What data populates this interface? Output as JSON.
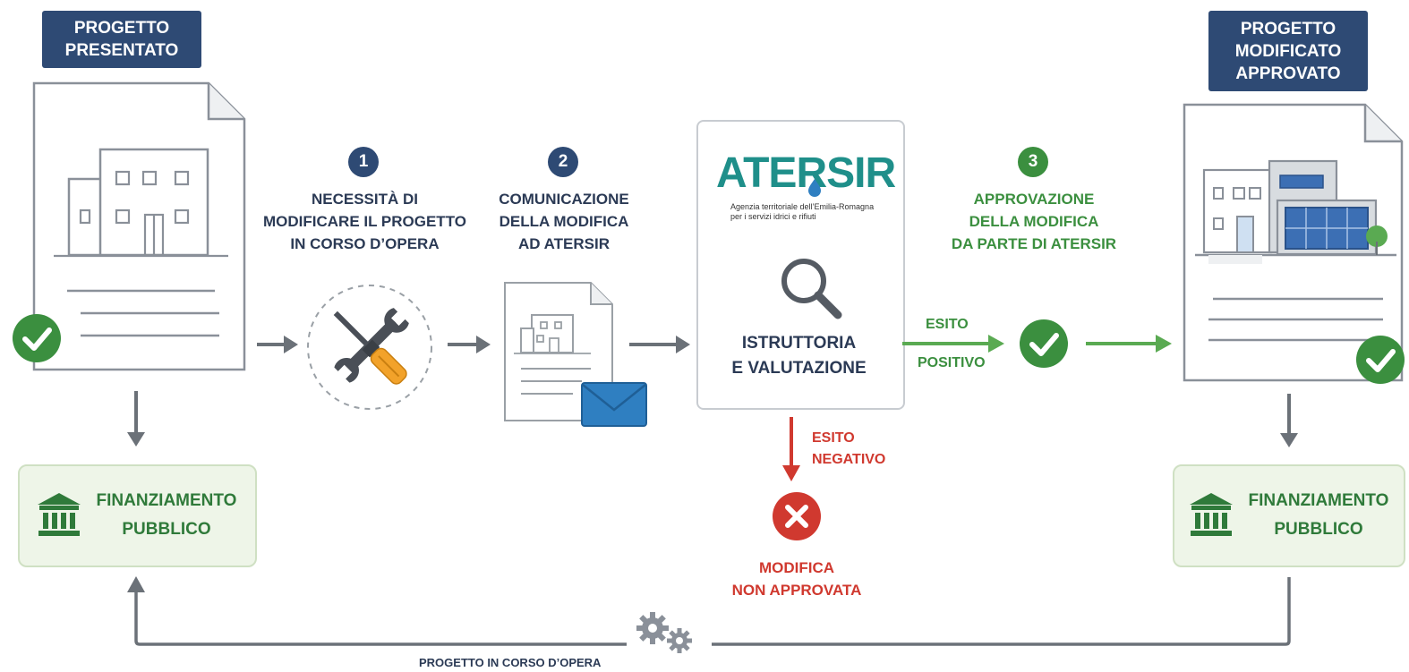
{
  "left_doc": {
    "label_line1": "PROGETTO",
    "label_line2": "PRESENTATO"
  },
  "right_doc": {
    "label_line1": "PROGETTO",
    "label_line2": "MODIFICATO",
    "label_line3": "APPROVATO"
  },
  "step1": {
    "number": "1",
    "line1": "NECESSITÀ DI",
    "line2": "MODIFICARE IL PROGETTO",
    "line3": "IN CORSO D’OPERA",
    "color": "#2e4a74"
  },
  "step2": {
    "number": "2",
    "line1": "COMUNICAZIONE",
    "line2": "DELLA MODIFICA",
    "line3": "AD ATERSIR",
    "color": "#2e4a74"
  },
  "step3": {
    "number": "3",
    "line1": "APPROVAZIONE",
    "line2": "DELLA MODIFICA",
    "line3": "DA PARTE DI ATERSIR",
    "color": "#3b8f3f"
  },
  "atersir": {
    "logo_text": "ATERSIR",
    "subtitle_line1": "Agenzia territoriale dell’Emilia-Romagna",
    "subtitle_line2": "per i servizi idrici e rifiuti",
    "review_line1": "ISTRUTTORIA",
    "review_line2": "E VALUTAZIONE"
  },
  "positive": {
    "line1": "ESITO",
    "line2": "POSITIVO",
    "color": "#3b8f3f"
  },
  "negative": {
    "line1": "ESITO",
    "line2": "NEGATIVO",
    "result_line1": "MODIFICA",
    "result_line2": "NON APPROVATA",
    "color": "#d0392f"
  },
  "funding_left": {
    "line1": "FINANZIAMENTO",
    "line2": "PUBBLICO"
  },
  "funding_right": {
    "line1": "FINANZIAMENTO",
    "line2": "PUBBLICO"
  },
  "bottom_loop": {
    "label": "PROGETTO IN CORSO D’OPERA"
  },
  "colors": {
    "navy": "#2e4a74",
    "green": "#3b8f3f",
    "red": "#d0392f",
    "gray_arrow": "#6b7178",
    "teal": "#1f8f8a",
    "blue": "#2f7fc1"
  }
}
